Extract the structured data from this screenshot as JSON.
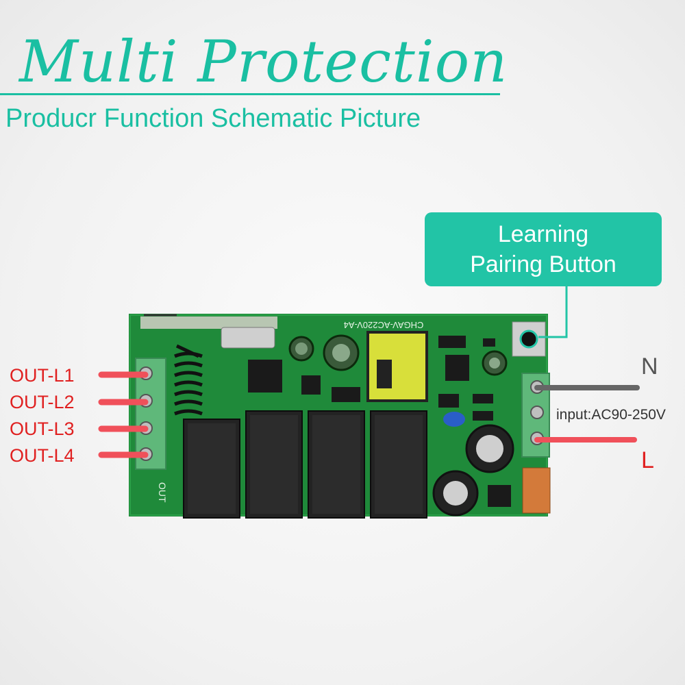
{
  "title": "Multi Protection",
  "subtitle": "Producr Function Schematic Picture",
  "callout": {
    "line1": "Learning",
    "line2": "Pairing Button"
  },
  "outputs": [
    "OUT-L1",
    "OUT-L2",
    "OUT-L3",
    "OUT-L4"
  ],
  "power": {
    "neutral": "N",
    "live": "L",
    "input": "input:AC90-250V"
  },
  "board": {
    "silkscreen_model": "CHGAV-AC220V-A4",
    "silkscreen_out": "OUT"
  },
  "colors": {
    "accent": "#1abfa2",
    "callout": "#22c4a6",
    "output_wire": "#f0505a",
    "neutral_wire": "#666666",
    "pcb": "#1f8a3a",
    "terminal": "#5fb87a"
  }
}
